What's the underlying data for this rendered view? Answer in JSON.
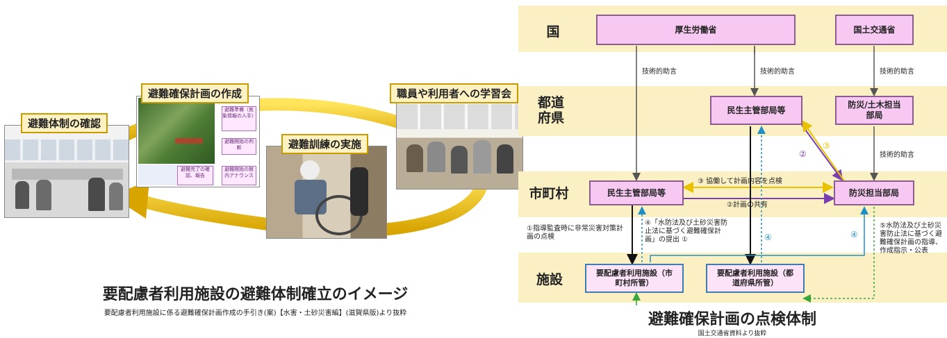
{
  "left": {
    "labels": {
      "confirm": "避難体制の確認",
      "plan": "避難確保計画の作成",
      "training": "避難訓練の実施",
      "study": "職員や利用者への学習会"
    },
    "plan_photo_boxes": {
      "prep": "避難準備（気象情報の入手）",
      "judge": "避難開始の判断",
      "done": "避難完了の確認、報告",
      "announce": "避難開始の館内アナウンス"
    },
    "caption_main": "要配慮者利用施設の避難体制確立のイメージ",
    "caption_sub": "要配慮者利用施設に係る避難確保計画作成の手引き(案)【水害・土砂災害編】(滋賀県版)より抜粋"
  },
  "right": {
    "tiers": {
      "national": "国",
      "prefecture": "都道府県",
      "municipal": "市町村",
      "facility": "施設"
    },
    "boxes": {
      "mhlw": "厚生労働省",
      "mlit": "国土交通省",
      "pref_welfare": "民生主管部局等",
      "pref_disaster": "防災/土木担当部局",
      "muni_welfare": "民生主管部局等",
      "muni_disaster": "防災担当部局",
      "fac_muni": "要配慮者利用施設（市町村所管）",
      "fac_pref": "要配慮者利用施設（都道府県所管）"
    },
    "notes": {
      "advice1": "技術的助言",
      "advice2": "技術的助言",
      "advice3": "技術的助言",
      "advice4": "技術的助言",
      "coop": "③ 協働して計画内容を点検",
      "share": "②計画の共有",
      "n1": "①指導監査時に非常災害対策計画の点検",
      "n4": "④「水防法及び土砂災害防止法に基づく避難確保計画」の提出 ①",
      "n5": "⑤水防法及び土砂災害防止法に基づく避難確保計画の指導、作成指示・公表",
      "c2": "②",
      "c3": "③",
      "c4a": "④",
      "c4b": "④"
    },
    "caption_main": "避難確保計画の点検体制",
    "caption_sub": "国土交通省資料より抜粋"
  },
  "colors": {
    "band": "#fbf0c4",
    "box_fill": "#f7c9f2",
    "arrow_yellow": "#e8c200",
    "arrow_purple": "#7a3fb0",
    "arrow_blue": "#3f7bb3",
    "arrow_green": "#3aa53a",
    "arrow_teal": "#1f8fc6"
  }
}
